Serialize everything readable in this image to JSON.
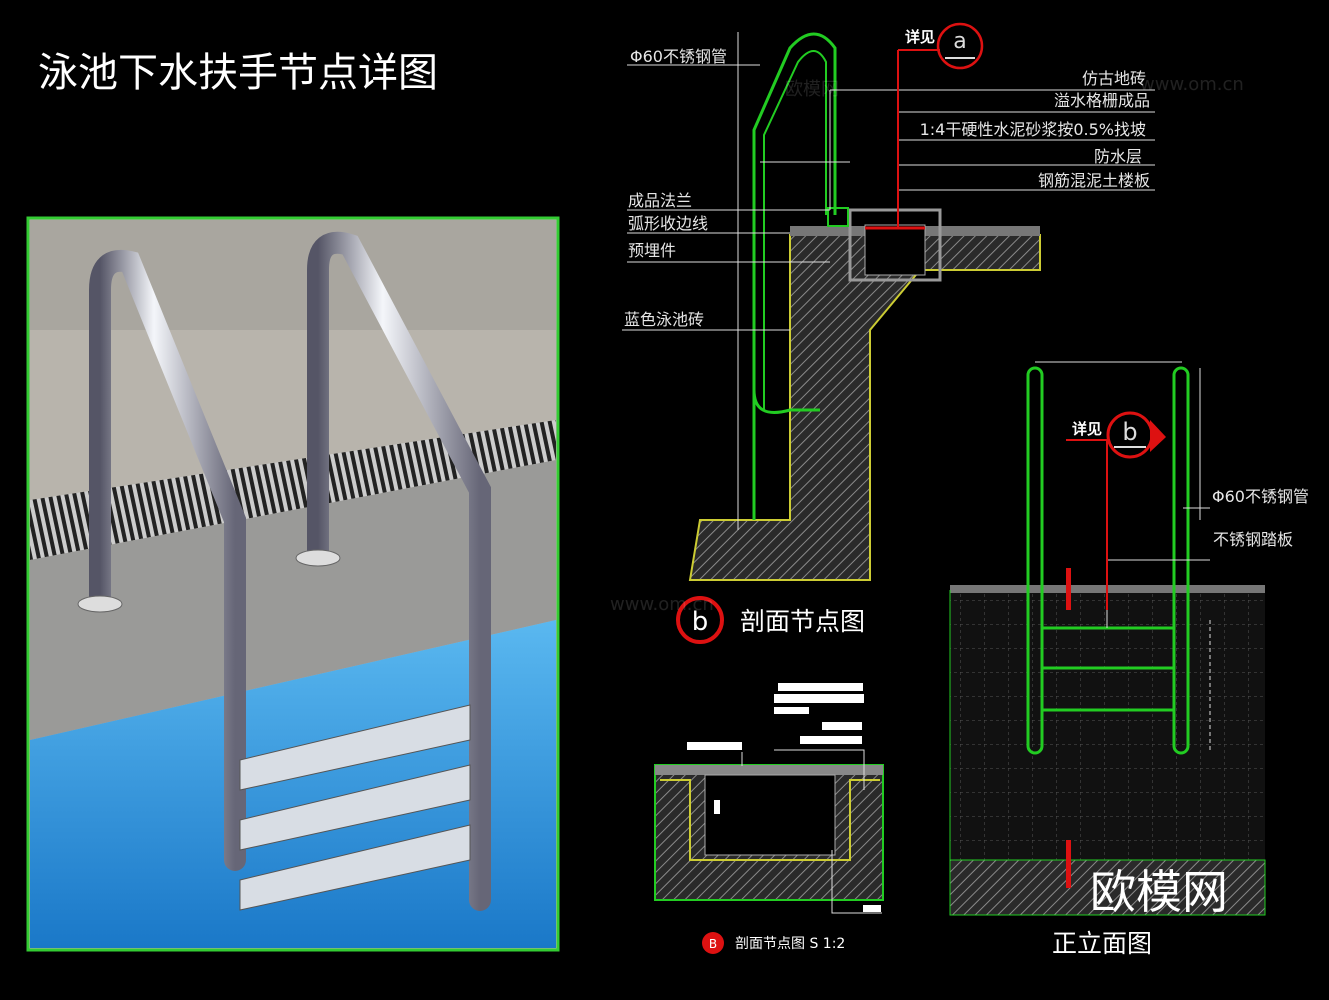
{
  "title": "泳池下水扶手节点详图",
  "colors": {
    "background": "#000000",
    "pipe": "#22cc22",
    "leader": "#ffffff",
    "ref_red": "#dd1111",
    "hatch": "#555555",
    "waterproof": "#cccc33",
    "photo_border": "#33cc33",
    "pool_water": "#2a8fd8"
  },
  "section": {
    "left_labels": [
      "Φ60不锈钢管",
      "成品法兰",
      "弧形收边线",
      "预埋件",
      "蓝色泳池砖"
    ],
    "right_labels": [
      "仿古地砖",
      "溢水格栅成品",
      "1:4干硬性水泥砂浆按0.5%找坡",
      "防水层",
      "钢筋混泥土楼板"
    ],
    "ref_prefix": "详见",
    "ref_letter": "a",
    "caption_letter": "b",
    "caption": "剖面节点图"
  },
  "detail": {
    "caption_letter": "B",
    "caption": "剖面节点图 S 1:2"
  },
  "elevation": {
    "ref_prefix": "详见",
    "ref_letter": "b",
    "labels": [
      "Φ60不锈钢管",
      "不锈钢踏板"
    ],
    "caption": "正立面图"
  },
  "watermark": {
    "logo": "欧模网",
    "url": "www.om.cn"
  }
}
